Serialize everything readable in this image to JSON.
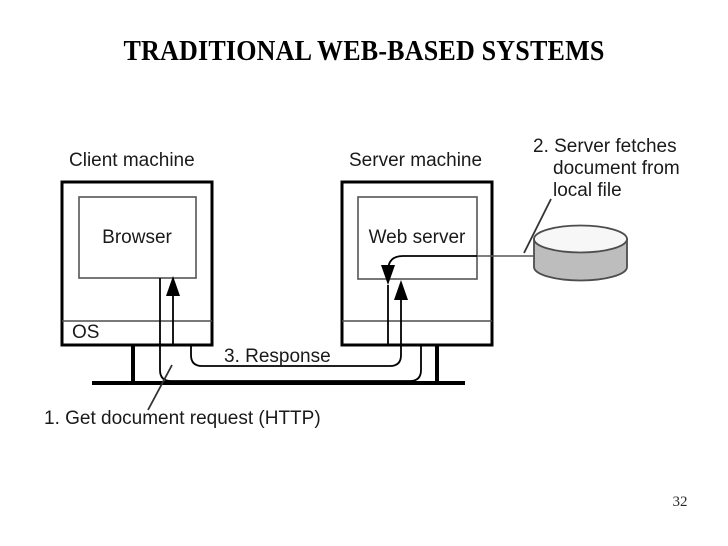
{
  "slide": {
    "title": "TRADITIONAL WEB-BASED SYSTEMS",
    "page_number": "32",
    "background_color": "#ffffff",
    "text_color": "#000000"
  },
  "diagram": {
    "type": "architecture-flow",
    "client": {
      "machine_label": "Client machine",
      "app_label": "Browser",
      "os_label": "OS"
    },
    "server": {
      "machine_label": "Server machine",
      "app_label": "Web server",
      "os_label": ""
    },
    "storage": {
      "icon_name": "database-cylinder",
      "fill_color": "#bdbdbd",
      "top_color": "#f2f2f2",
      "stroke_color": "#4d4d4d"
    },
    "annotations": [
      {
        "id": "step-1",
        "text": "1. Get document request (HTTP)",
        "lines": [
          "1. Get document request (HTTP)"
        ]
      },
      {
        "id": "step-2",
        "text": "2. Server fetches document from local file",
        "lines": [
          "2. Server fetches",
          "document from",
          "local file"
        ]
      },
      {
        "id": "step-3",
        "text": "3. Response",
        "lines": [
          "3. Response"
        ]
      }
    ],
    "network": {
      "bus_label": "",
      "line_color": "#000000"
    }
  }
}
